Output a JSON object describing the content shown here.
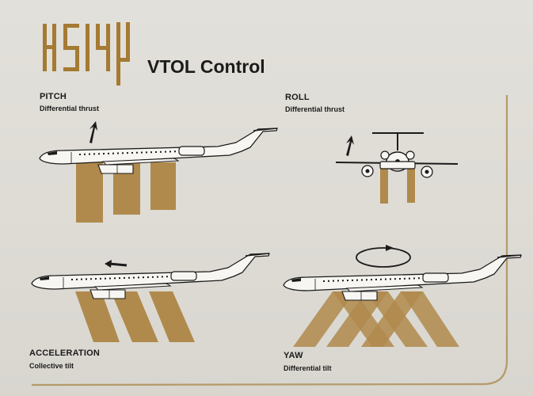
{
  "header": {
    "logo_text": "HSIYI",
    "title": "VTOL Control"
  },
  "panels": {
    "pitch": {
      "label": "PITCH",
      "caption": "Differential thrust"
    },
    "roll": {
      "label": "ROLL",
      "caption": "Differential thrust"
    },
    "acceleration": {
      "label": "ACCELERATION",
      "caption": "Collective tilt"
    },
    "yaw": {
      "label": "YAW",
      "caption": "Differential tilt"
    }
  },
  "colors": {
    "background": "#dddbd4",
    "thrust": "#b08a4c",
    "logo": "#a57a33",
    "ink": "#1b1b1b",
    "border": "#b59a6a"
  },
  "icons": [
    "aircraft-side-icon",
    "aircraft-front-icon",
    "arrow-up-icon",
    "arrow-left-icon",
    "rotation-ellipse-icon"
  ]
}
